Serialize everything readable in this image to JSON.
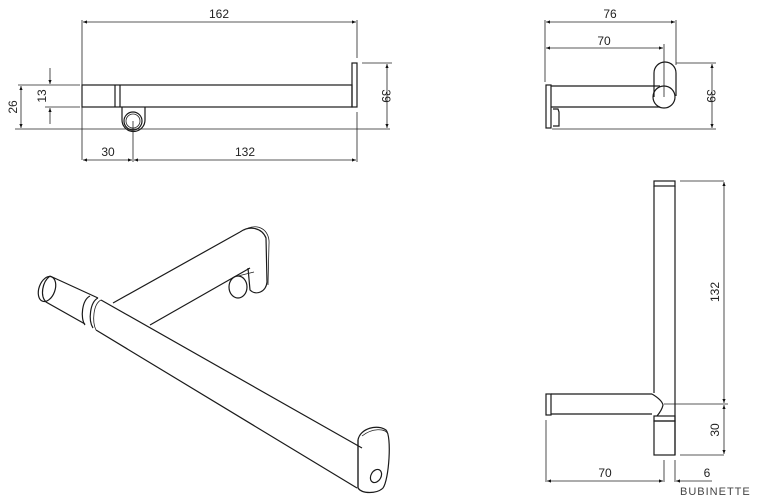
{
  "drawing": {
    "subject": "Toilet roll holder technical drawing",
    "line_color": "#1a1a1a",
    "background": "#ffffff",
    "footer_text": "BUBINETTE"
  },
  "views": {
    "front": {
      "dims": {
        "overall_width": "162",
        "offset_left": "30",
        "bar_length": "132",
        "height_total": "39",
        "bar_diameter": "13",
        "mount_height": "26"
      }
    },
    "side": {
      "dims": {
        "depth_total": "76",
        "depth_to_axis": "70",
        "height_total": "39"
      }
    },
    "top": {
      "dims": {
        "bar_length": "132",
        "mount_length": "30",
        "depth_to_axis": "70",
        "plate_thickness": "6"
      }
    },
    "isometric": {
      "label": "isometric-view"
    }
  }
}
